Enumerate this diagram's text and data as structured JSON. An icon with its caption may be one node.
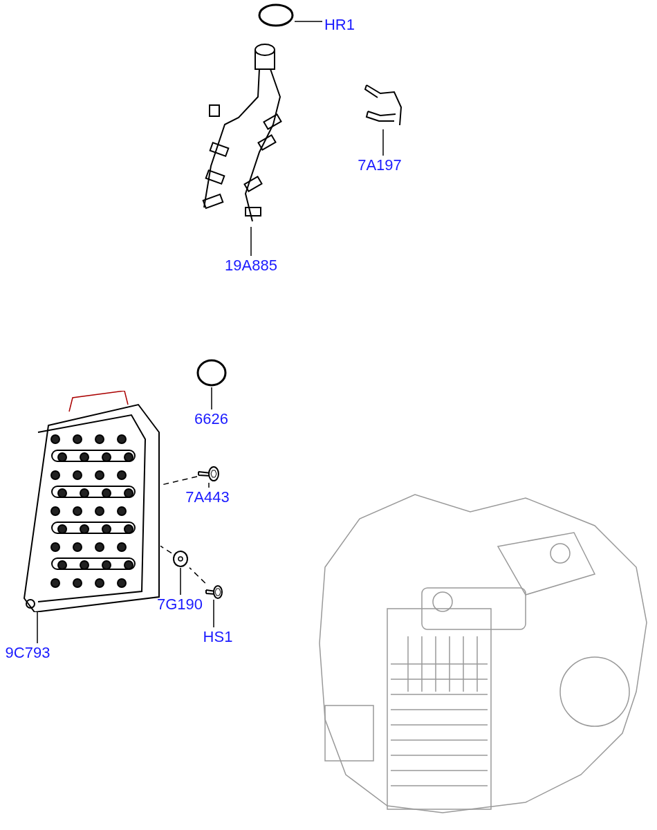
{
  "diagram": {
    "nodes": [
      {
        "text": [
          "HR1"
        ]
      },
      {
        "text": [],
        "shape": "circle"
      },
      {
        "text": [
          "7A197"
        ]
      },
      {
        "text": [],
        "shape": "picture"
      },
      {
        "text": [
          "19A885"
        ]
      },
      {
        "text": [],
        "shape": "picture"
      },
      {
        "text": [
          "6626"
        ]
      },
      {
        "text": [],
        "shape": "circle"
      },
      {
        "text": [
          "7A443"
        ]
      },
      {
        "text": [],
        "shape": "picture"
      },
      {
        "text": [
          "7G190"
        ]
      },
      {
        "text": [],
        "shape": "picture"
      },
      {
        "text": [
          "HS1"
        ]
      },
      {
        "text": [],
        "shape": "picture"
      },
      {
        "text": [
          "9C793"
        ]
      },
      {
        "text": [],
        "shape": "picture"
      }
    ],
    "edges": [
      {
        "from": 0,
        "to": 1,
        "arrow": "none"
      },
      {
        "from": 2,
        "to": 3,
        "arrow": "none"
      },
      {
        "from": 4,
        "to": 5,
        "arrow": "none"
      },
      {
        "from": 6,
        "to": 7,
        "arrow": "none"
      },
      {
        "from": 8,
        "to": 9,
        "arrow": "none"
      },
      {
        "from": 10,
        "to": 11,
        "arrow": "none"
      },
      {
        "from": 12,
        "to": 13,
        "arrow": "none"
      },
      {
        "from": 14,
        "to": 15,
        "arrow": "none"
      },
      {
        "from": 9,
        "to": 15,
        "arrow": "none",
        "style": "dashed"
      },
      {
        "from": 13,
        "to": 11,
        "arrow": "none",
        "style": "dashed"
      },
      {
        "from": 11,
        "to": 15,
        "arrow": "none",
        "style": "dashed"
      }
    ]
  }
}
